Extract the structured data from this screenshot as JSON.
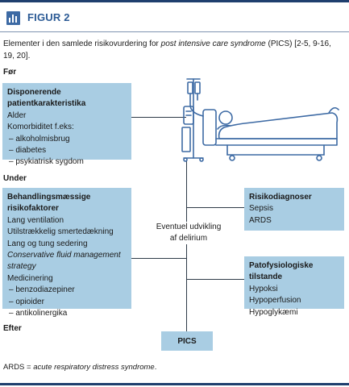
{
  "header": {
    "title": "FIGUR 2",
    "icon": "bar-chart-icon",
    "accent_color": "#2b5a95"
  },
  "caption": {
    "prefix": "Elementer i den samlede risikovurdering for ",
    "italic": "post intensive care syndrome",
    "suffix": " (PICS) [2-5, 9-16, 19, 20]."
  },
  "sections": {
    "before": "Før",
    "during": "Under",
    "after": "Efter"
  },
  "boxes": {
    "patient": {
      "title": "Disponerende patientkarakteristika",
      "lines": [
        "Alder",
        "Komorbiditet f.eks:",
        "– alkoholmisbrug",
        "– diabetes",
        "– psykiatrisk sygdom"
      ]
    },
    "treatment": {
      "title": "Behandlingsmæssige risikofaktorer",
      "lines": [
        "Lang ventilation",
        "Utilstrækkelig smertedækning",
        "Lang og tung sedering"
      ],
      "italic_lines": [
        "Conservative fluid management",
        "strategy"
      ],
      "more_lines": [
        "Medicinering",
        "– benzodiazepiner",
        "– opioider",
        "– antikolinergika"
      ]
    },
    "risk_diagnoses": {
      "title": "Risikodiagnoser",
      "lines": [
        "Sepsis",
        "ARDS"
      ]
    },
    "pathophys": {
      "title": "Patofysiologiske tilstande",
      "lines": [
        "Hypoksi",
        "Hypoperfusion",
        "Hypoglykæmi"
      ]
    },
    "outcome": "PICS"
  },
  "delirium": {
    "line1": "Eventuel udvikling",
    "line2": "af delirium"
  },
  "footnote": {
    "prefix": "ARDS = ",
    "italic": "acute respiratory distress syndrome",
    "suffix": "."
  },
  "colors": {
    "box_fill": "#a9cde3",
    "rule": "#1f3f6e",
    "illustration": "#3d6aa4"
  },
  "illustration": "icu-patient-bed-with-iv-drip-icon"
}
